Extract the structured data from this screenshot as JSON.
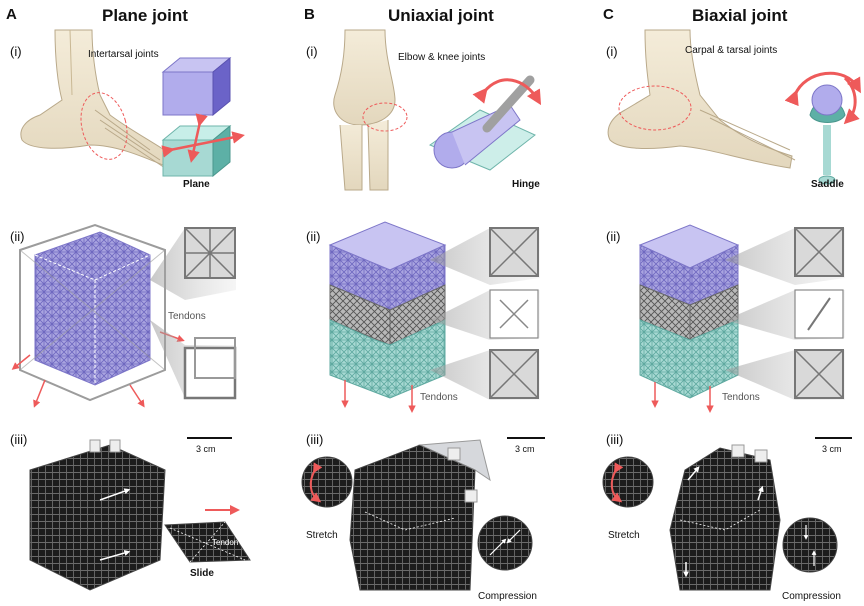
{
  "panels": [
    {
      "letter": "A",
      "title": "Plane joint",
      "i_label": "(i)",
      "ii_label": "(ii)",
      "iii_label": "(iii)",
      "joint_text": "Intertarsal joints",
      "shape_label": "Plane",
      "tendons_label": "Tendons",
      "scale_label": "3 cm",
      "photo_label": "Slide",
      "photo_inner_label": "Tendon"
    },
    {
      "letter": "B",
      "title": "Uniaxial joint",
      "i_label": "(i)",
      "ii_label": "(ii)",
      "iii_label": "(iii)",
      "joint_text": "Elbow & knee joints",
      "shape_label": "Hinge",
      "tendons_label": "Tendons",
      "scale_label": "3 cm",
      "stretch_label": "Stretch",
      "compression_label": "Compression"
    },
    {
      "letter": "C",
      "title": "Biaxial joint",
      "i_label": "(i)",
      "ii_label": "(ii)",
      "iii_label": "(iii)",
      "joint_text": "Carpal & tarsal joints",
      "shape_label": "Saddle",
      "tendons_label": "Tendons",
      "scale_label": "3 cm",
      "stretch_label": "Stretch",
      "compression_label": "Compression"
    }
  ],
  "colors": {
    "lavender": "#a9a4e0",
    "teal": "#a7d9d3",
    "arrow_red": "#ee5a5a",
    "lattice_grey": "#8c8c8c",
    "photo_dark": "#1c1c1c"
  }
}
